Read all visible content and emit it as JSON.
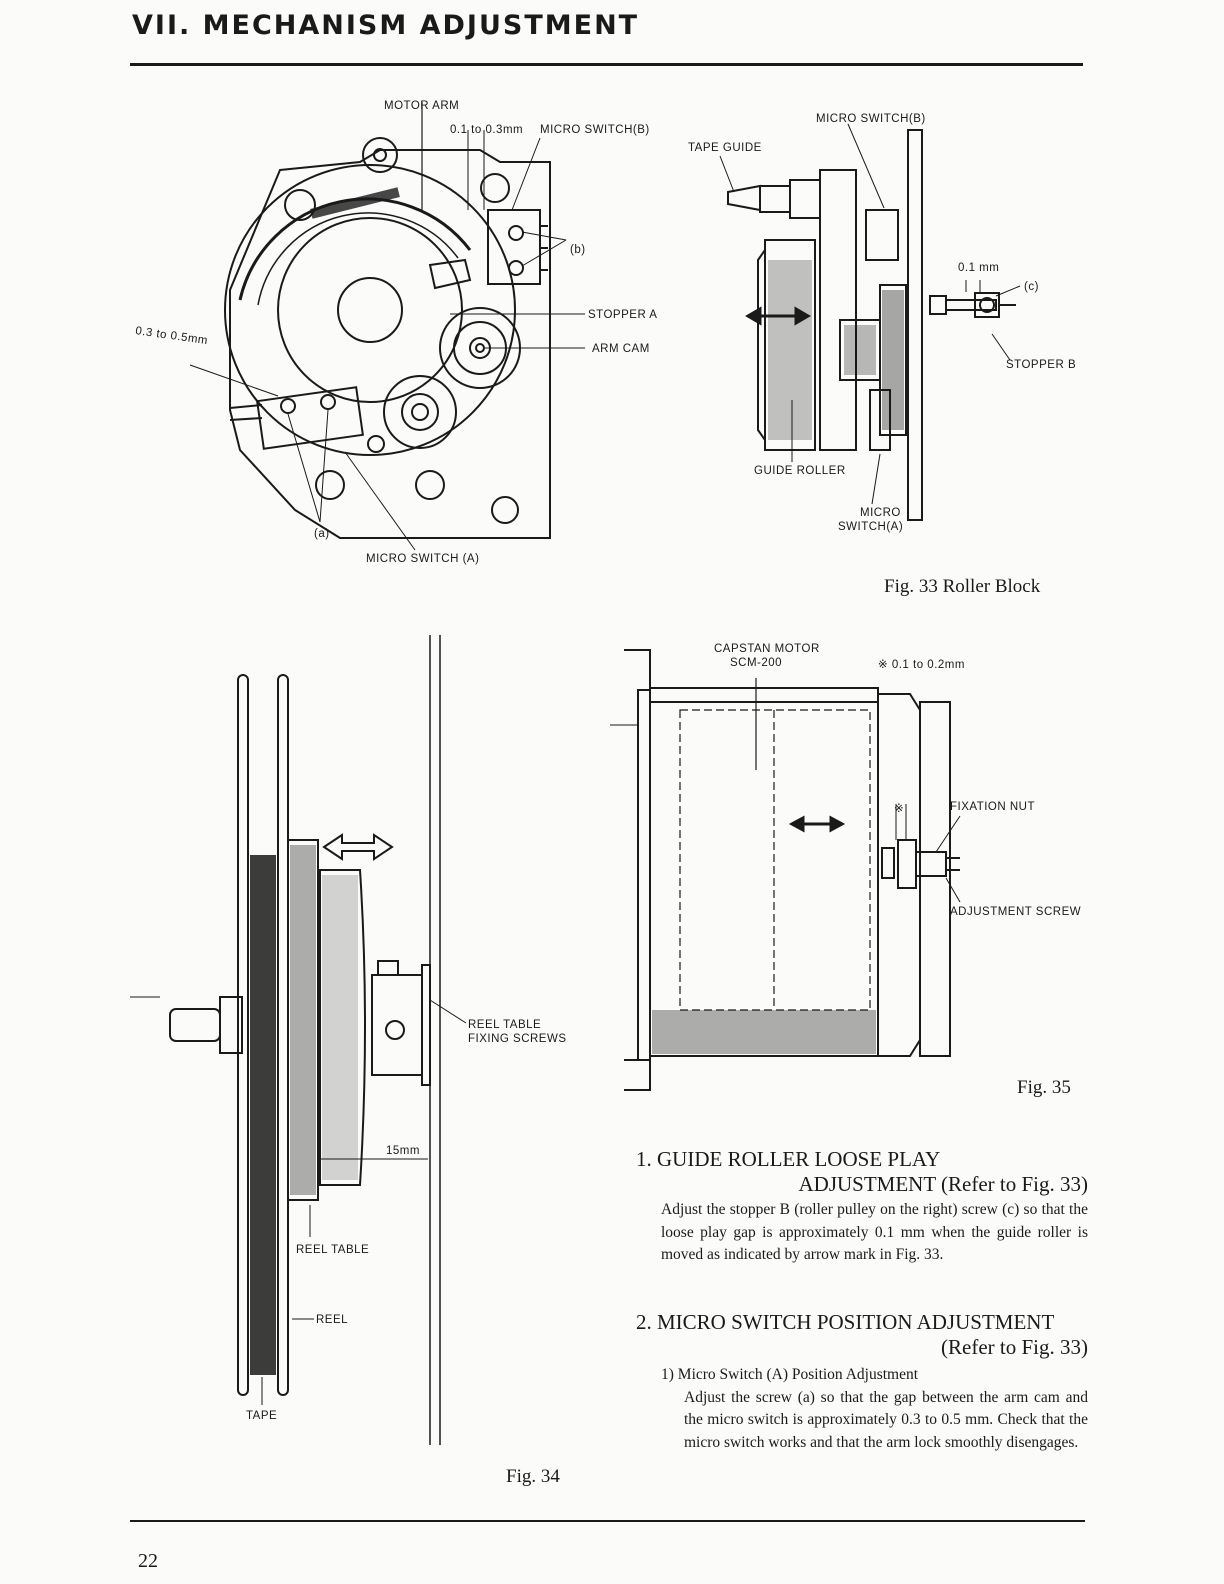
{
  "heading": "VII. MECHANISM ADJUSTMENT",
  "fig33": {
    "labels": {
      "motor_arm": "MOTOR ARM",
      "gap_motor": "0.1 to 0.3mm",
      "micro_switch_b_left": "MICRO SWITCH(B)",
      "b": "(b)",
      "stopper_a": "STOPPER A",
      "arm_cam": "ARM CAM",
      "gap_left": "0.3 to 0.5mm",
      "a": "(a)",
      "micro_switch_a_left": "MICRO SWITCH (A)",
      "micro_switch_b_right": "MICRO SWITCH(B)",
      "tape_guide": "TAPE GUIDE",
      "gap_right": "0.1 mm",
      "c": "(c)",
      "stopper_b": "STOPPER B",
      "guide_roller": "GUIDE ROLLER",
      "micro_right_1": "MICRO",
      "micro_right_2": "SWITCH(A)"
    },
    "caption": "Fig. 33  Roller Block"
  },
  "fig34": {
    "labels": {
      "reel_table_fixing_1": "REEL TABLE",
      "reel_table_fixing_2": "FIXING SCREWS",
      "dim_15": "15mm",
      "reel_table": "REEL TABLE",
      "reel": "REEL",
      "tape": "TAPE"
    },
    "caption": "Fig. 34"
  },
  "fig35": {
    "labels": {
      "capstan_1": "CAPSTAN MOTOR",
      "capstan_2": "SCM-200",
      "gap": "※ 0.1 to 0.2mm",
      "star": "※",
      "fixation_nut": "FIXATION NUT",
      "adjustment_screw": "ADJUSTMENT SCREW"
    },
    "caption": "Fig. 35"
  },
  "sections": {
    "s1": {
      "title_1": "1. GUIDE ROLLER LOOSE PLAY",
      "title_2": "ADJUSTMENT (Refer to Fig. 33)",
      "body": "Adjust the stopper B (roller pulley on the right) screw (c) so that the loose play gap is approximately 0.1 mm when the guide roller is moved as indicated by arrow mark in Fig. 33."
    },
    "s2": {
      "title_1": "2. MICRO SWITCH POSITION ADJUSTMENT",
      "title_2": "(Refer to Fig. 33)",
      "sub_1": "1) Micro Switch (A) Position Adjustment",
      "body": "Adjust the screw (a) so that the gap between the arm cam and the micro switch is approximately 0.3 to 0.5 mm. Check that the micro switch works and that the arm lock smoothly disengages."
    }
  },
  "page_number": "22"
}
